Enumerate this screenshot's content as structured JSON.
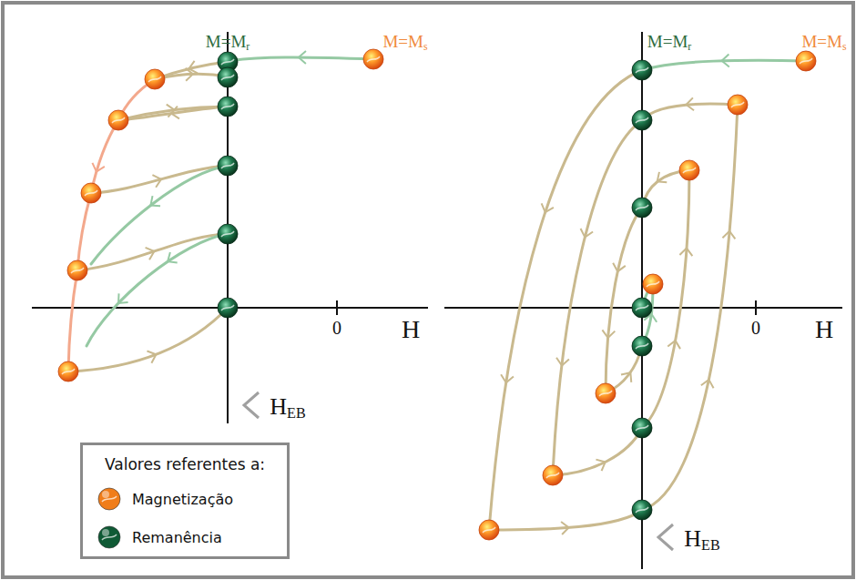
{
  "diagram": {
    "labels": [
      "M=Mr",
      "M=Ms",
      "0",
      "H",
      "HEB",
      "M=Mr",
      "M=Ms",
      "0",
      "H",
      "HEB",
      "Valores referentes a:"
    ],
    "legend": [
      {
        "text": "Magnetização",
        "color": "#f07d1a"
      },
      {
        "text": "Remanência",
        "color": "#0f5a35"
      }
    ]
  }
}
